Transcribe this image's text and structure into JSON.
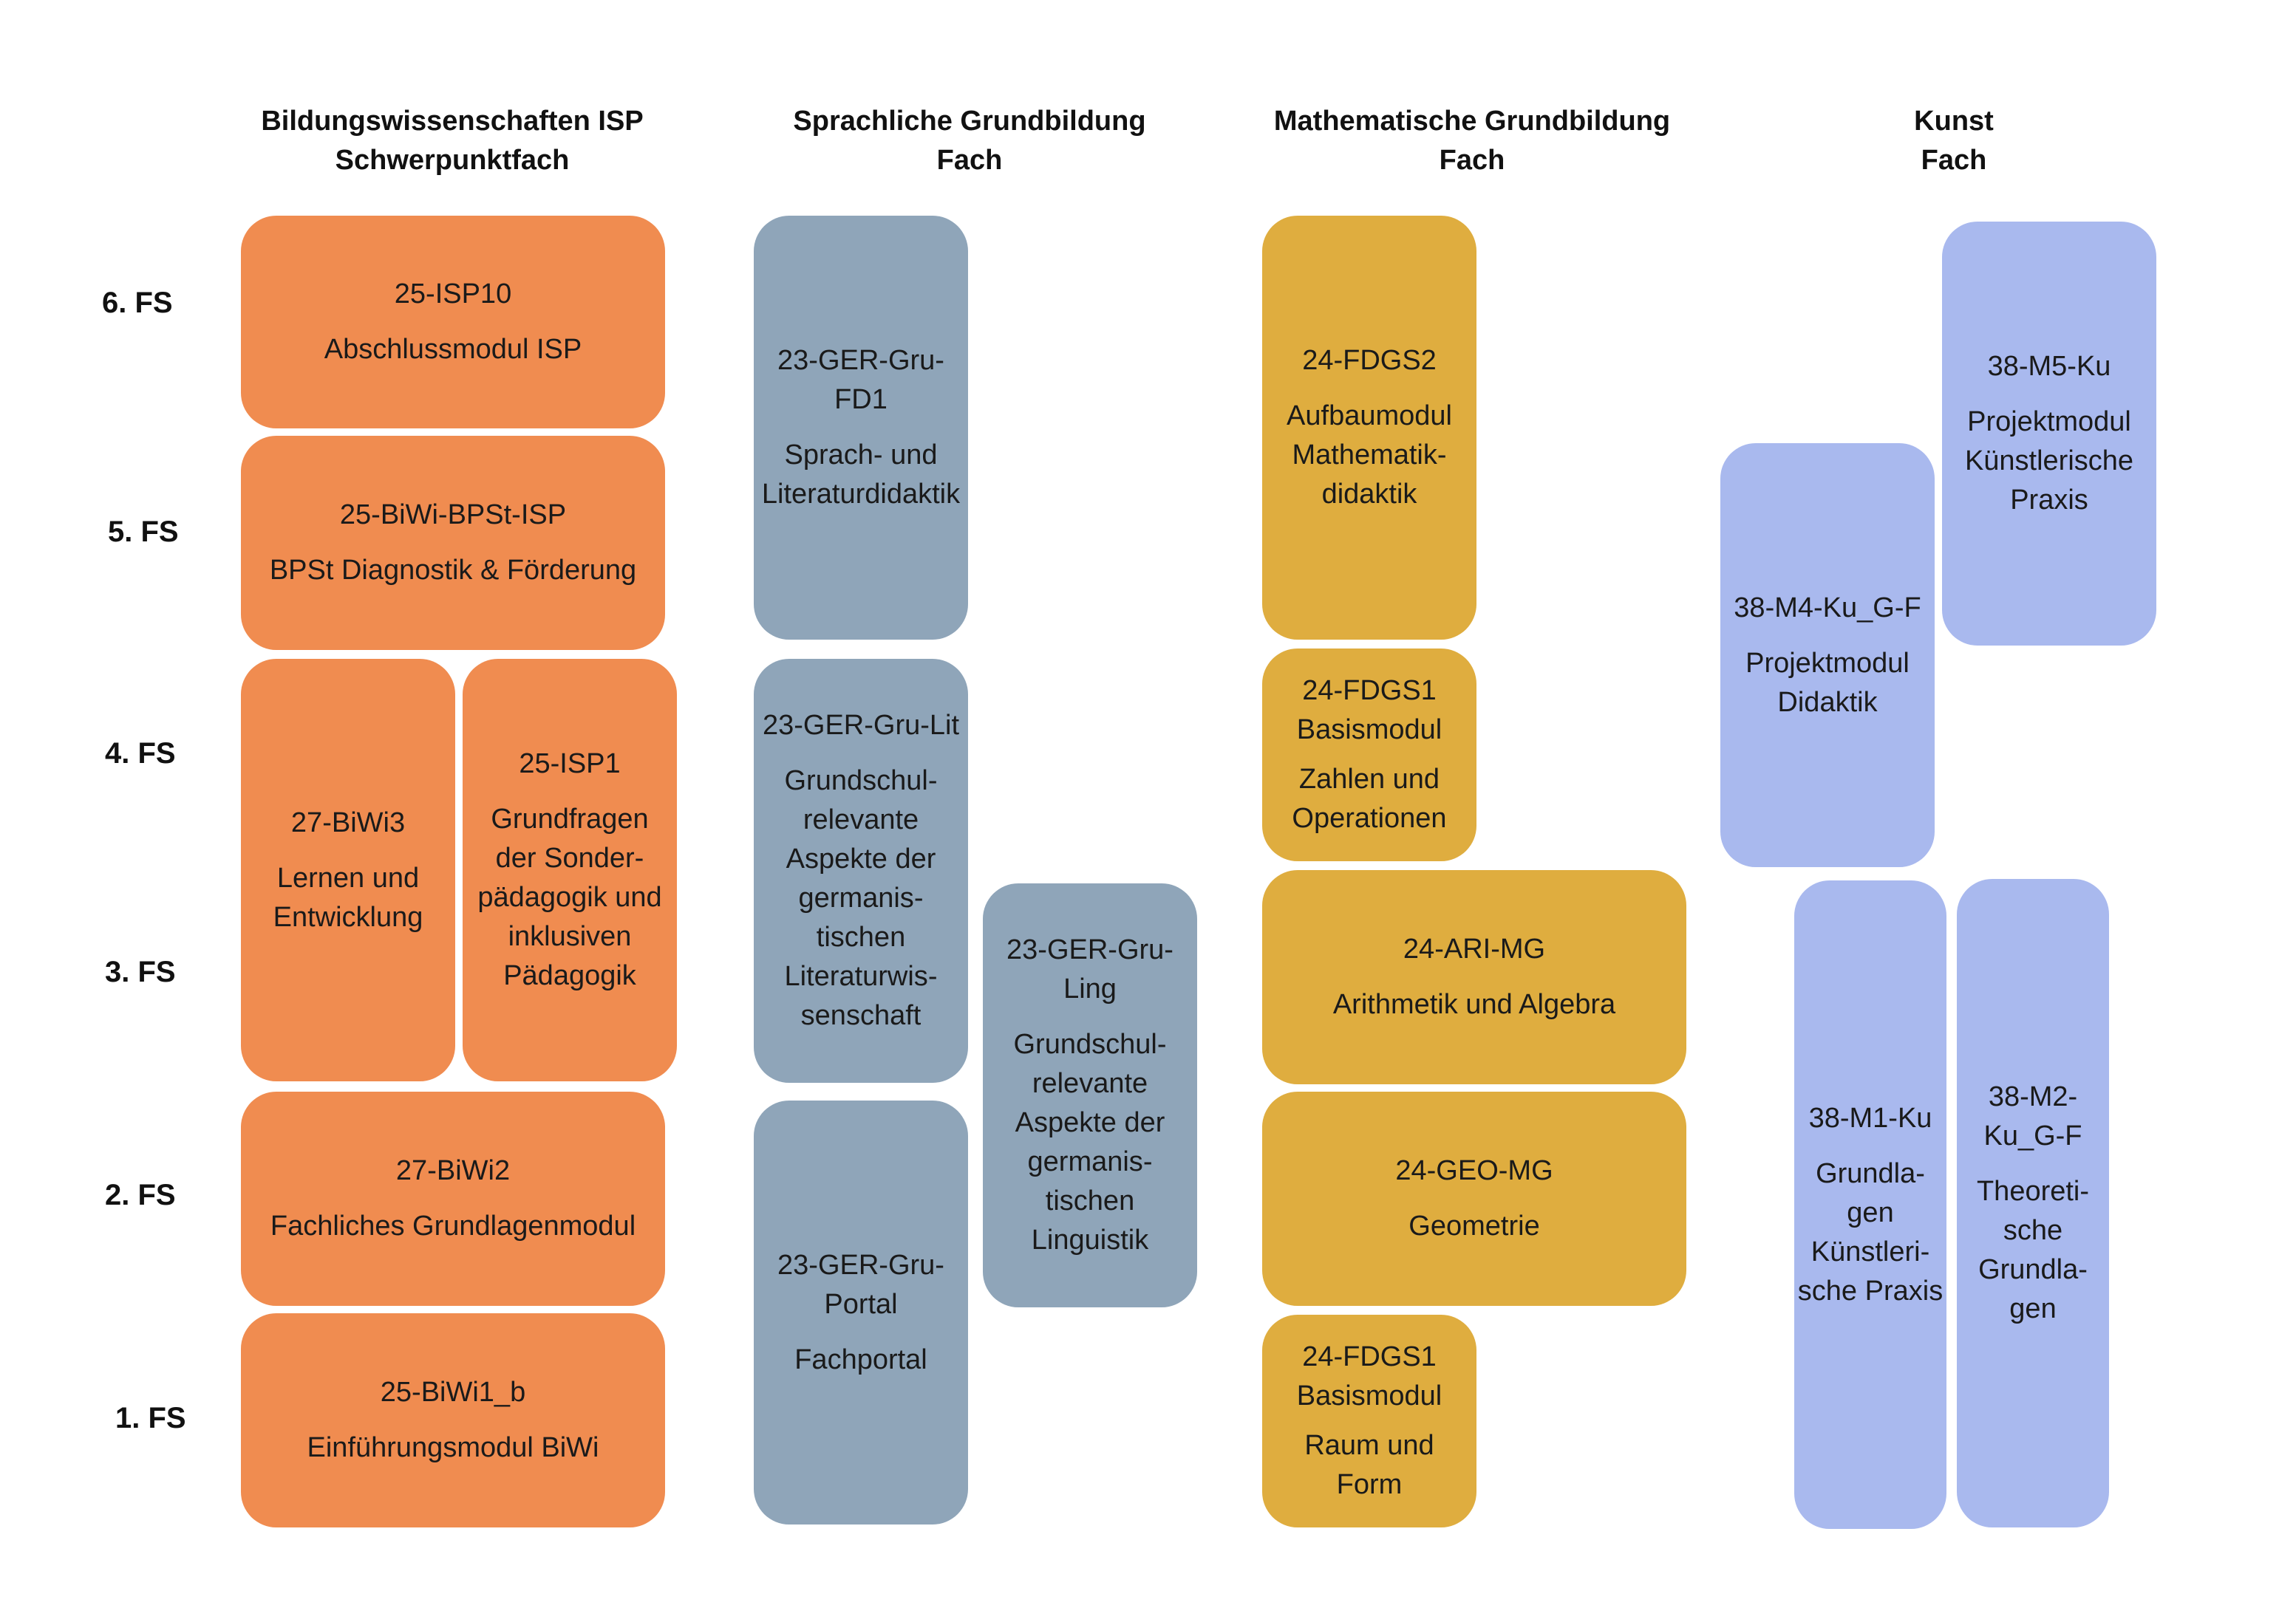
{
  "columns": [
    {
      "line1": "Bildungswissenschaften ISP",
      "line2": "Schwerpunktfach"
    },
    {
      "line1": "Sprachliche Grundbildung",
      "line2": "Fach"
    },
    {
      "line1": "Mathematische Grundbildung",
      "line2": "Fach"
    },
    {
      "line1": "Kunst",
      "line2": "Fach"
    }
  ],
  "semesters": [
    "6. FS",
    "5. FS",
    "4. FS",
    "3. FS",
    "2. FS",
    "1. FS"
  ],
  "colors": {
    "biwi": "#F08C50",
    "sprache": "#8FA5B9",
    "mathe": "#DFAD3F",
    "kunst": "#A9B9EE"
  },
  "modules": {
    "isp10": {
      "code": "25-ISP10",
      "title": "Abschlussmodul ISP"
    },
    "bpst": {
      "code": "25-BiWi-BPSt-ISP",
      "title": "BPSt Diagnostik & Förderung"
    },
    "biwi3": {
      "code": "27-BiWi3",
      "title": "Lernen und Entwicklung"
    },
    "isp1": {
      "code": "25-ISP1",
      "title": "Grundfragen der Sonder­pädagogik und inklusi­ven Pädago­gik"
    },
    "biwi2": {
      "code": "27-BiWi2",
      "title": "Fachliches Grundlagenmodul"
    },
    "biwi1": {
      "code": "25-BiWi1_b",
      "title": "Einführungsmodul BiWi"
    },
    "ger_fd1": {
      "code": "23-GER-Gru-FD1",
      "title": "Sprach- und Literaturdi­daktik"
    },
    "ger_lit": {
      "code": "23-GER-Gru-Lit",
      "title": "Grundschul­relevante Aspekte der germanis­tischen Literaturwis­senschaft"
    },
    "ger_ling": {
      "code": "23-GER-Gru-Ling",
      "title": "Grundschul­relevante Aspekte der germanis­tischen Linguistik"
    },
    "ger_portal": {
      "code": "23-GER-Gru-Portal",
      "title": "Fachportal"
    },
    "fdgs2": {
      "code": "24-FDGS2",
      "title": "Aufbau­modul Mathematik­didaktik"
    },
    "fdgs1_zahl": {
      "code": "24-FDGS1 Basismodul",
      "title": "Zahlen und Operationen"
    },
    "ari": {
      "code": "24-ARI-MG",
      "title": "Arithmetik und Algebra"
    },
    "geo": {
      "code": "24-GEO-MG",
      "title": "Geometrie"
    },
    "fdgs1_raum": {
      "code": "24-FDGS1 Basismodul",
      "title": "Raum und Form"
    },
    "m5": {
      "code": "38-M5-Ku",
      "title": "Projektmo­dul Künstle­rische Praxis"
    },
    "m4": {
      "code": "38-M4-Ku_G-F",
      "title": "Projektmodul Didaktik"
    },
    "m1": {
      "code": "38-M1-Ku",
      "title": "Grundla­gen Künstleri­sche Praxis"
    },
    "m2": {
      "code": "38-M2-Ku_G-F",
      "title": "Theoreti­sche Grundla­gen"
    }
  }
}
